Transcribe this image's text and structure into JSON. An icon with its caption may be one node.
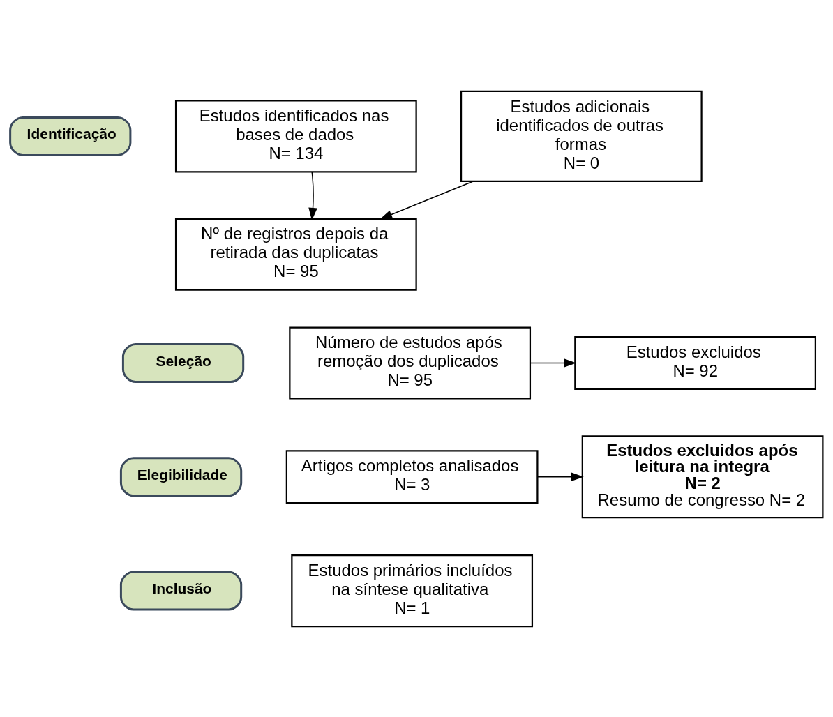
{
  "diagram": {
    "nodes": [
      {
        "text": [
          "Identificação"
        ]
      },
      {
        "text": [
          "Seleção"
        ]
      },
      {
        "text": [
          "Elegibilidade"
        ]
      },
      {
        "text": [
          "Inclusão"
        ]
      },
      {
        "text": [
          "Estudos identificados nas bases de dados",
          "N= 134"
        ]
      },
      {
        "text": [
          "Estudos adicionais identificados de outras formas",
          "N= 0"
        ]
      },
      {
        "text": [
          "Nº de registros depois da retirada das duplicatas",
          "N= 95"
        ]
      },
      {
        "text": [
          "Número de estudos após remoção dos duplicados",
          "N= 95"
        ]
      },
      {
        "text": [
          "Estudos excluidos",
          "N= 92"
        ]
      },
      {
        "text": [
          "Artigos completos analisados",
          "N= 3"
        ]
      },
      {
        "text": [
          "Estudos excluidos após leitura na integra",
          "N= 2",
          "Resumo de congresso N= 2"
        ]
      },
      {
        "text": [
          "Estudos primários incluídos na síntese qualitativa",
          "N= 1"
        ]
      }
    ],
    "edges": [
      {
        "from": 4,
        "to": 6,
        "arrow": "to"
      },
      {
        "from": 5,
        "to": 6,
        "arrow": "to"
      },
      {
        "from": 7,
        "to": 8,
        "arrow": "to"
      },
      {
        "from": 9,
        "to": 10,
        "arrow": "to"
      }
    ]
  }
}
